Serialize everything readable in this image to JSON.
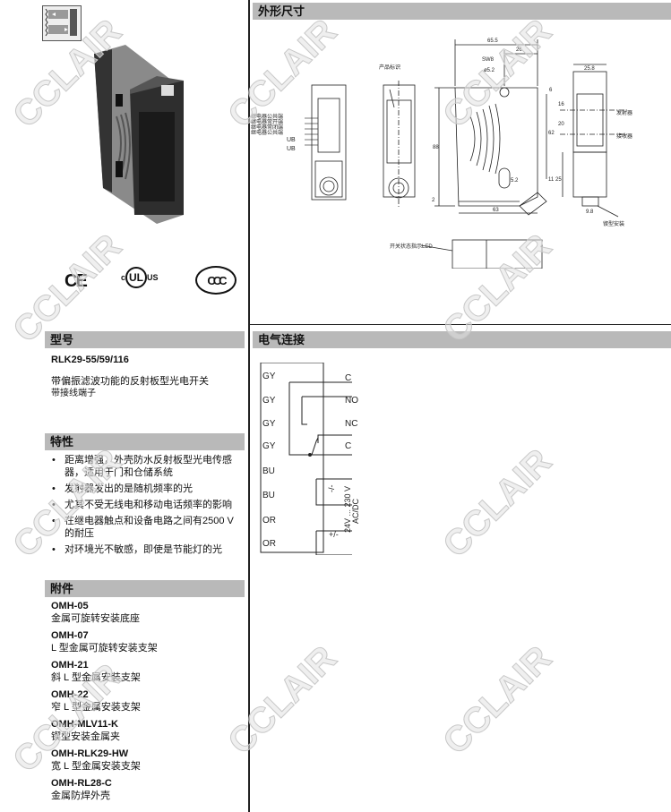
{
  "watermark": "CCLAIR",
  "sections": {
    "dimensions": "外形尺寸",
    "model": "型号",
    "features": "特性",
    "accessories": "附件",
    "electrical": "电气连接"
  },
  "model": {
    "code": "RLK29-55/59/116",
    "desc1": "带偏振滤波功能的反射板型光电开关",
    "desc2": "带接线端子"
  },
  "certs": {
    "ce": "CE",
    "ul": "UL",
    "ul_c": "c",
    "ul_us": "US",
    "ccc": "CCC"
  },
  "features": [
    "距离增强，外壳防水反射板型光电传感器，适用于门和仓储系统",
    "发射器发出的是随机频率的光",
    "尤其不受无线电和移动电话频率的影响",
    "在继电器触点和设备电路之间有2500 V 的耐压",
    "对环境光不敏感，即使是节能灯的光"
  ],
  "accessories": [
    {
      "code": "OMH-05",
      "desc": "金属可旋转安装底座"
    },
    {
      "code": "OMH-07",
      "desc": "L 型金属可旋转安装支架"
    },
    {
      "code": "OMH-21",
      "desc": "斜 L 型金属安装支架"
    },
    {
      "code": "OMH-22",
      "desc": "窄 L 型金属安装支架"
    },
    {
      "code": "OMH-MLV11-K",
      "desc": "锲型安装金属夹"
    },
    {
      "code": "OMH-RLK29-HW",
      "desc": "宽 L 型金属安装支架"
    },
    {
      "code": "OMH-RL28-C",
      "desc": "金属防焊外壳"
    }
  ],
  "drawing": {
    "terminal_labels": [
      "继电器公共端",
      "继电器常开端",
      "继电器常闭端",
      "继电器公共端"
    ],
    "ub": "UB",
    "product_label": "产品标识",
    "led_label": "开关状态指示LED",
    "emitter": "发射器",
    "receiver": "接收器",
    "dovetail": "锲型安装",
    "dims": {
      "w_total": "65.5",
      "w26": "26",
      "sw": "SW8",
      "hole": "ø5.2",
      "h88": "88",
      "h62": "62",
      "d6": "6",
      "d16": "16",
      "d20": "20",
      "d25": "25",
      "d11": "11",
      "d52": "5.2",
      "d2": "2",
      "w63": "63",
      "w258": "25.8",
      "w98": "9.8"
    }
  },
  "wiring": {
    "wires": [
      "GY",
      "GY",
      "GY",
      "GY",
      "BU",
      "BU",
      "OR",
      "OR"
    ],
    "contacts": [
      "C",
      "NO",
      "NC",
      "C"
    ],
    "minus_plus": "-/-",
    "plus_minus": "+/-",
    "supply": "24V ... 230 V",
    "supply2": "AC/DC"
  }
}
